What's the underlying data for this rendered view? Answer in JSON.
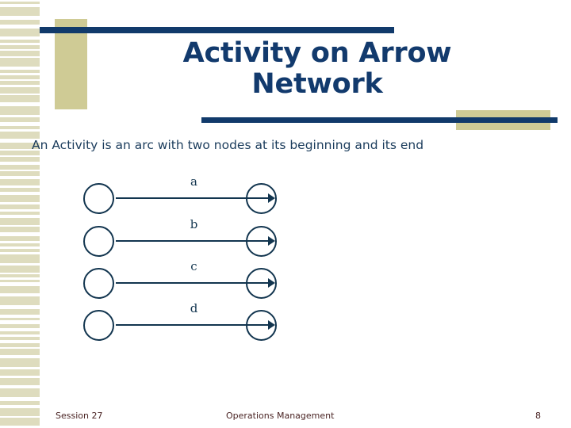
{
  "slide": {
    "title": "Activity on Arrow Network",
    "body_text": "An Activity is an arc with two nodes at its beginning and its end",
    "colors": {
      "accent_blue": "#113a6b",
      "title_blue": "#123a6d",
      "body_blue": "#1b3c5c",
      "khaki": "#cfcb95",
      "stripe_khaki": "#dedcbe",
      "diagram_ink": "#12354f",
      "footer_maroon": "#4a2424",
      "background": "#ffffff"
    }
  },
  "diagram": {
    "type": "activity-on-arrow",
    "rows": [
      {
        "label": "a",
        "start_node": "",
        "end_node": ""
      },
      {
        "label": "b",
        "start_node": "",
        "end_node": ""
      },
      {
        "label": "c",
        "start_node": "",
        "end_node": ""
      },
      {
        "label": "d",
        "start_node": "",
        "end_node": ""
      }
    ]
  },
  "footer": {
    "session": "Session 27",
    "center": "Operations Management",
    "page": "8"
  }
}
